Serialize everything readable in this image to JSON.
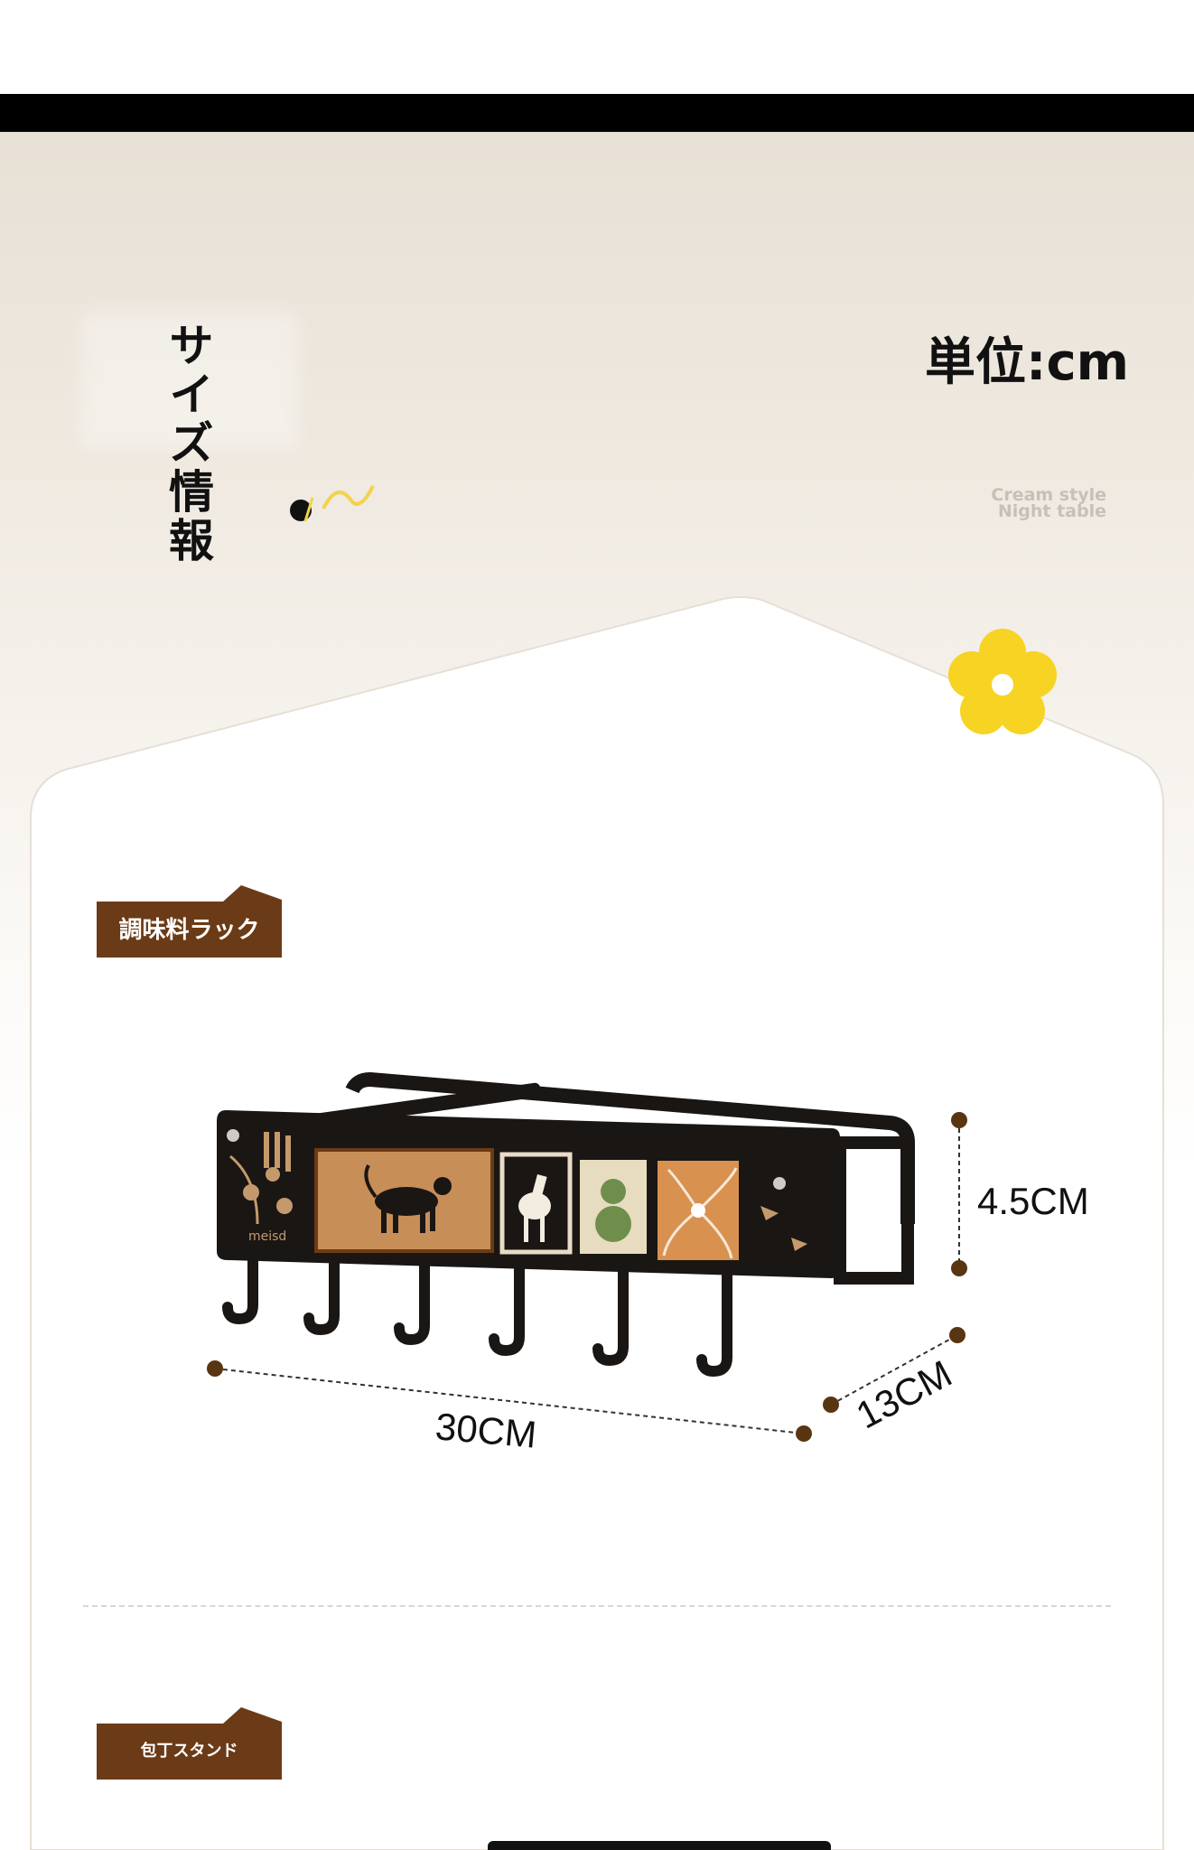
{
  "header": {
    "title": "サイズ情報",
    "unit": "単位:cm",
    "tagline_line1": "Cream style",
    "tagline_line2": "Night table"
  },
  "sections": [
    {
      "label": "調味料ラック",
      "dimensions": {
        "height": "4.5CM",
        "width": "30CM",
        "depth": "13CM"
      },
      "brand_mark": "meisd"
    },
    {
      "label": "包丁スタンド"
    }
  ],
  "colors": {
    "top_bar": "#000000",
    "background": "#ece6dd",
    "card": "#ffffff",
    "label_tab": "#6b3b17",
    "dimension_marker": "#5a3512",
    "flower": "#f7d324",
    "rack": "#1a1614"
  }
}
